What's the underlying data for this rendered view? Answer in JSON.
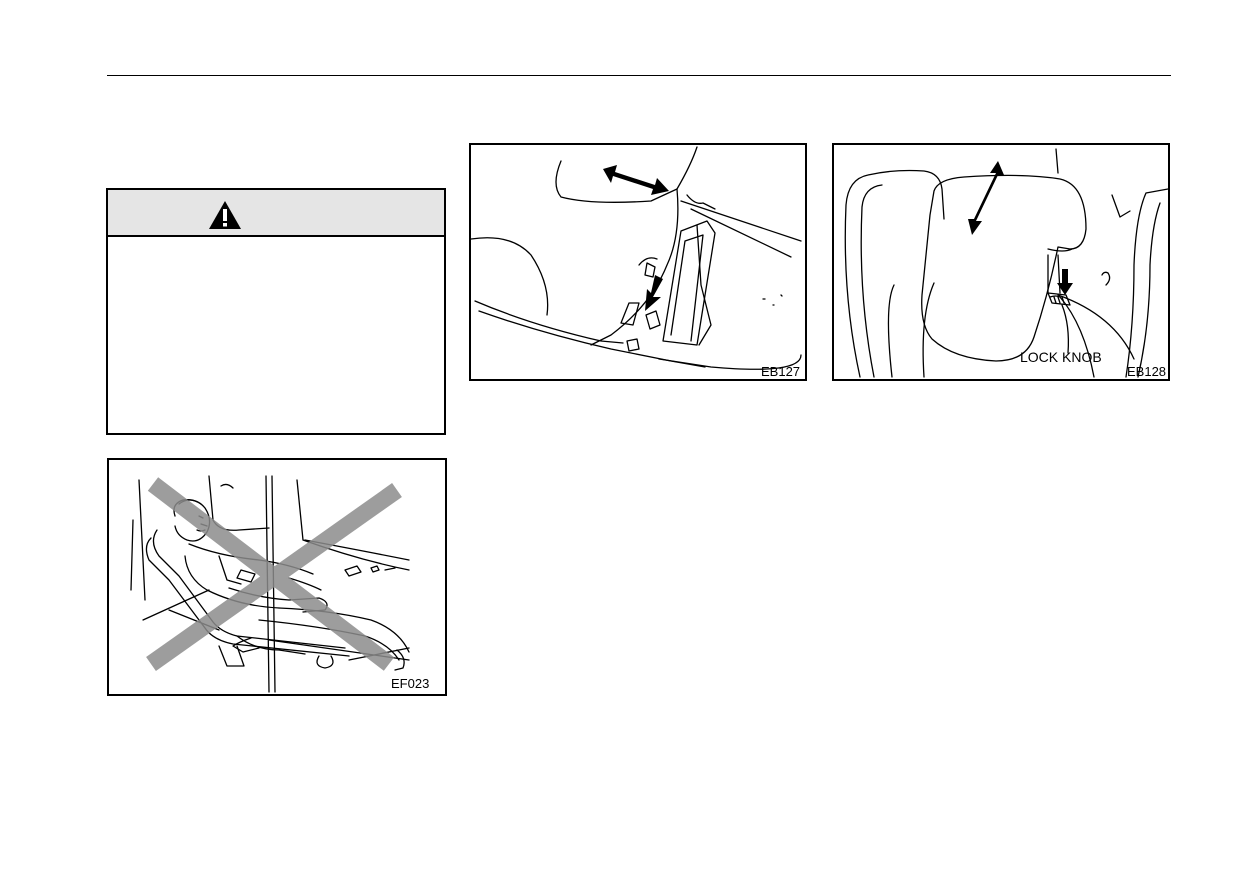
{
  "warning": {
    "icon": "warning-triangle-icon"
  },
  "figures": {
    "ef023": {
      "code": "EF023",
      "icon": "prohibited-reclined-occupant-illustration"
    },
    "eb127": {
      "code": "EB127",
      "icon": "seat-slide-adjustment-illustration"
    },
    "eb128": {
      "code": "EB128",
      "icon": "head-restraint-adjustment-illustration",
      "callout": "LOCK KNOB"
    }
  }
}
